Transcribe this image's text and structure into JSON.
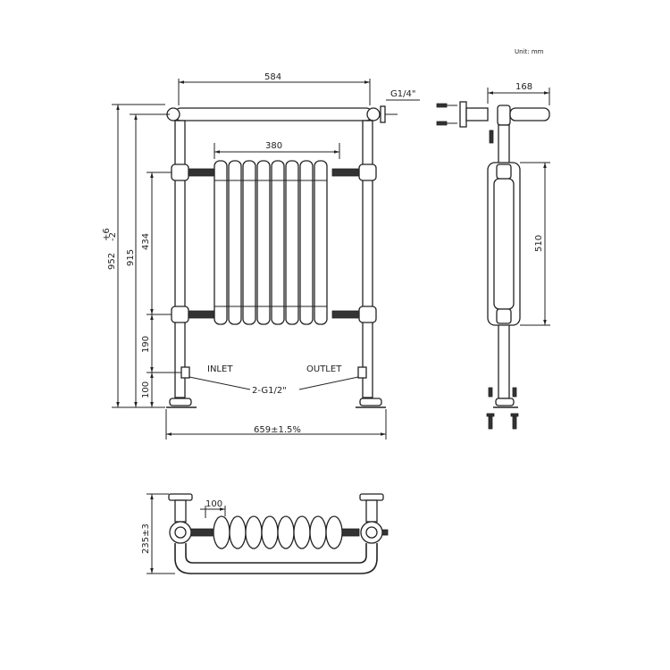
{
  "unit_label": "Unit: mm",
  "front_view": {
    "width_top": "584",
    "thread_top": "G1/4\"",
    "panel_width": "380",
    "height_total": "952",
    "height_total_tol_plus": "+6",
    "height_total_tol_minus": "-2",
    "height_915": "915",
    "height_434": "434",
    "height_190": "190",
    "height_100": "100",
    "inlet_label": "INLET",
    "outlet_label": "OUTLET",
    "thread_bottom": "2-G1/2\"",
    "width_bottom": "659±1.5%"
  },
  "side_view": {
    "depth_top": "168",
    "panel_height": "510"
  },
  "top_view": {
    "offset": "100",
    "depth": "235±3"
  }
}
